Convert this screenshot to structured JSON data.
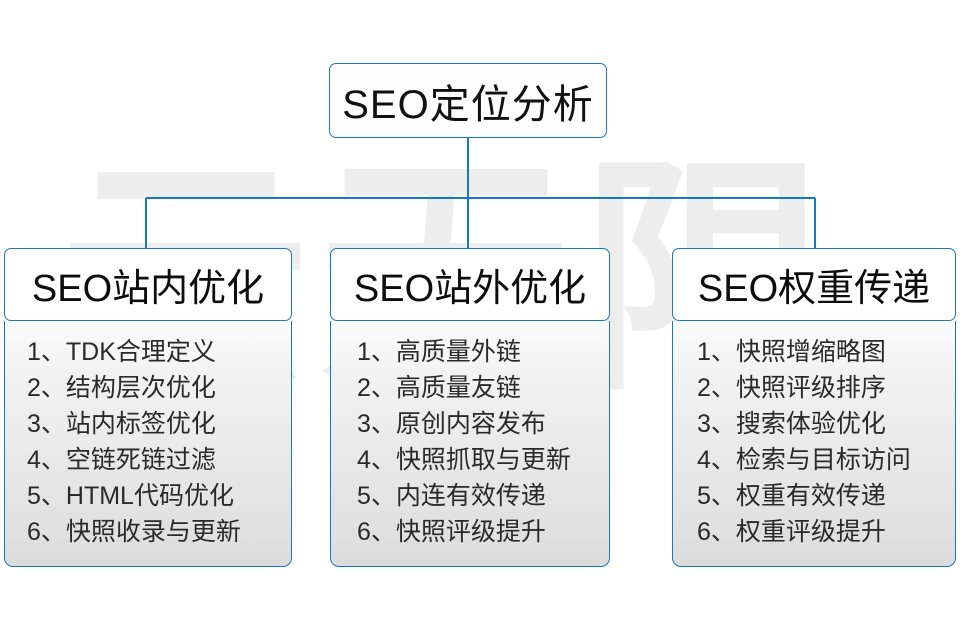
{
  "diagram": {
    "title": "SEO定位分析",
    "watermark": "云无限",
    "accent_color": "#1878c8",
    "root": {
      "label": "SEO定位分析"
    },
    "columns": [
      {
        "id": "seo-onsite",
        "title": "SEO站内优化",
        "items": [
          "1、TDK合理定义",
          "2、结构层次优化",
          "3、站内标签优化",
          "4、空链死链过滤",
          "5、HTML代码优化",
          "6、快照收录与更新"
        ]
      },
      {
        "id": "seo-offsite",
        "title": "SEO站外优化",
        "items": [
          "1、高质量外链",
          "2、高质量友链",
          "3、原创内容发布",
          "4、快照抓取与更新",
          "5、内连有效传递",
          "6、快照评级提升"
        ]
      },
      {
        "id": "seo-weight",
        "title": "SEO权重传递",
        "items": [
          "1、快照增缩略图",
          "2、快照评级排序",
          "3、搜索体验优化",
          "4、检索与目标访问",
          "5、权重有效传递",
          "6、权重评级提升"
        ]
      }
    ]
  }
}
